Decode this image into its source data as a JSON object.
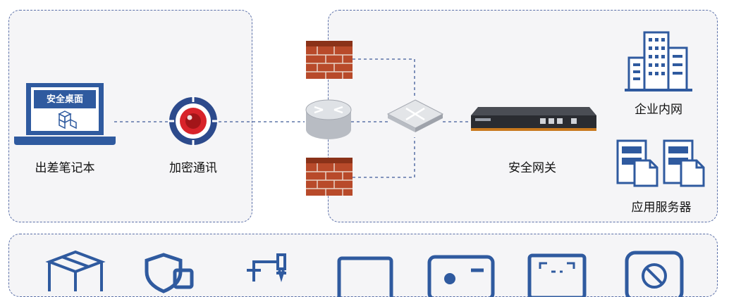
{
  "nodes": {
    "laptop": {
      "screen_text": "安全桌面",
      "label": "出差笔记本"
    },
    "encrypt": {
      "label": "加密通讯"
    },
    "gateway": {
      "label": "安全网关"
    },
    "intranet": {
      "label": "企业内网"
    },
    "servers": {
      "label": "应用服务器"
    }
  },
  "bottom_icons": [
    "package-icon",
    "shield-icon",
    "robot-arm-icon",
    "monitor-icon",
    "id-card-icon",
    "face-scan-icon",
    "forbidden-icon"
  ],
  "colors": {
    "accent_blue": "#2f5a9f",
    "dashed_border": "#5a6fa8",
    "panel_bg": "#f5f5f7",
    "brick": "#b84a2a",
    "red_core": "#d8232a"
  }
}
